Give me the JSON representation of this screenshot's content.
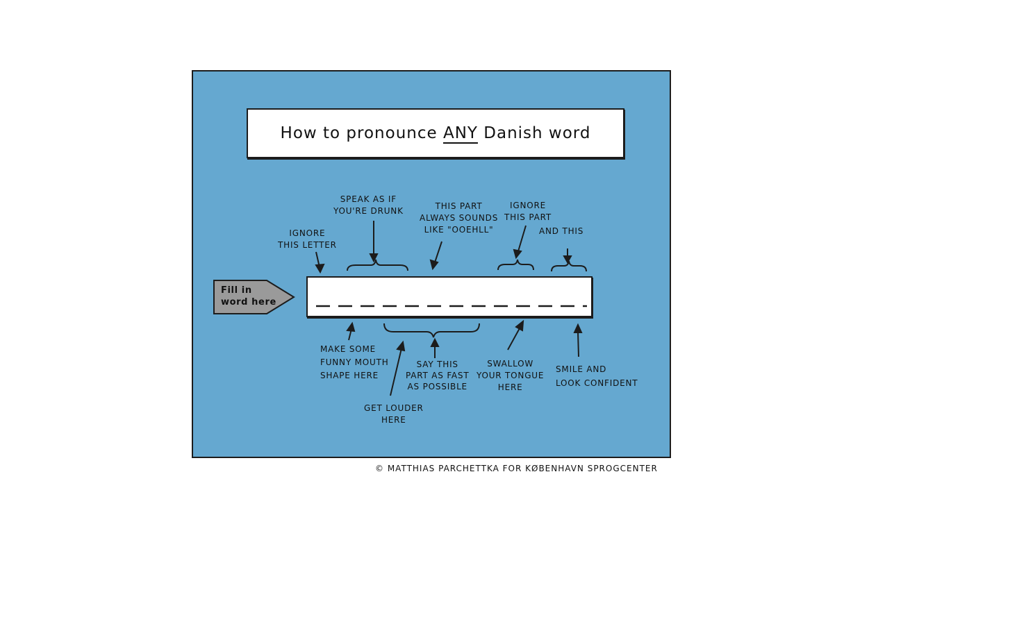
{
  "title": {
    "before": "How to pronounce",
    "emphasis": "ANY",
    "after": "Danish word"
  },
  "sign_label": "Fill in\nword here",
  "top_notes": {
    "ignore_letter": "Ignore\nthis letter",
    "speak_drunk": "Speak as if\nyou're drunk",
    "sounds_like": "This part\nalways sounds\nlike \"OOEHLL\"",
    "ignore_part": "Ignore\nthis part",
    "and_this": "and this"
  },
  "bottom_notes": {
    "funny_mouth": "Make some\nfunny mouth\nshape here",
    "get_louder": "Get louder\nhere",
    "say_fast": "Say this\npart as fast\nas possible",
    "swallow": "Swallow\nyour tongue\nhere",
    "smile": "Smile and\nlook confident"
  },
  "credit": "© Matthias Parchettka   for   København Sprogcenter",
  "colors": {
    "panel": "#65a8d0",
    "sign": "#9a9a9a",
    "ink": "#1c1c1c"
  }
}
